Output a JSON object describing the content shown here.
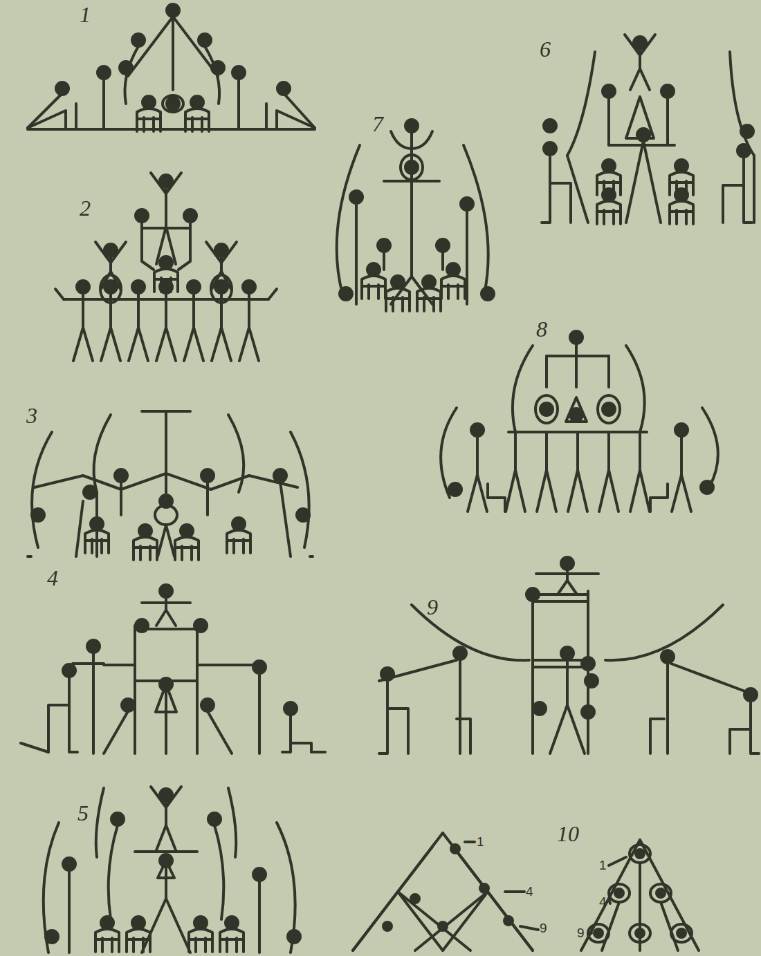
{
  "diagram": {
    "labels": [
      "1",
      "2",
      "3",
      "4",
      "5",
      "6",
      "7",
      "8",
      "9",
      "10",
      "1",
      "4",
      "9",
      "1",
      "4",
      "9"
    ]
  }
}
